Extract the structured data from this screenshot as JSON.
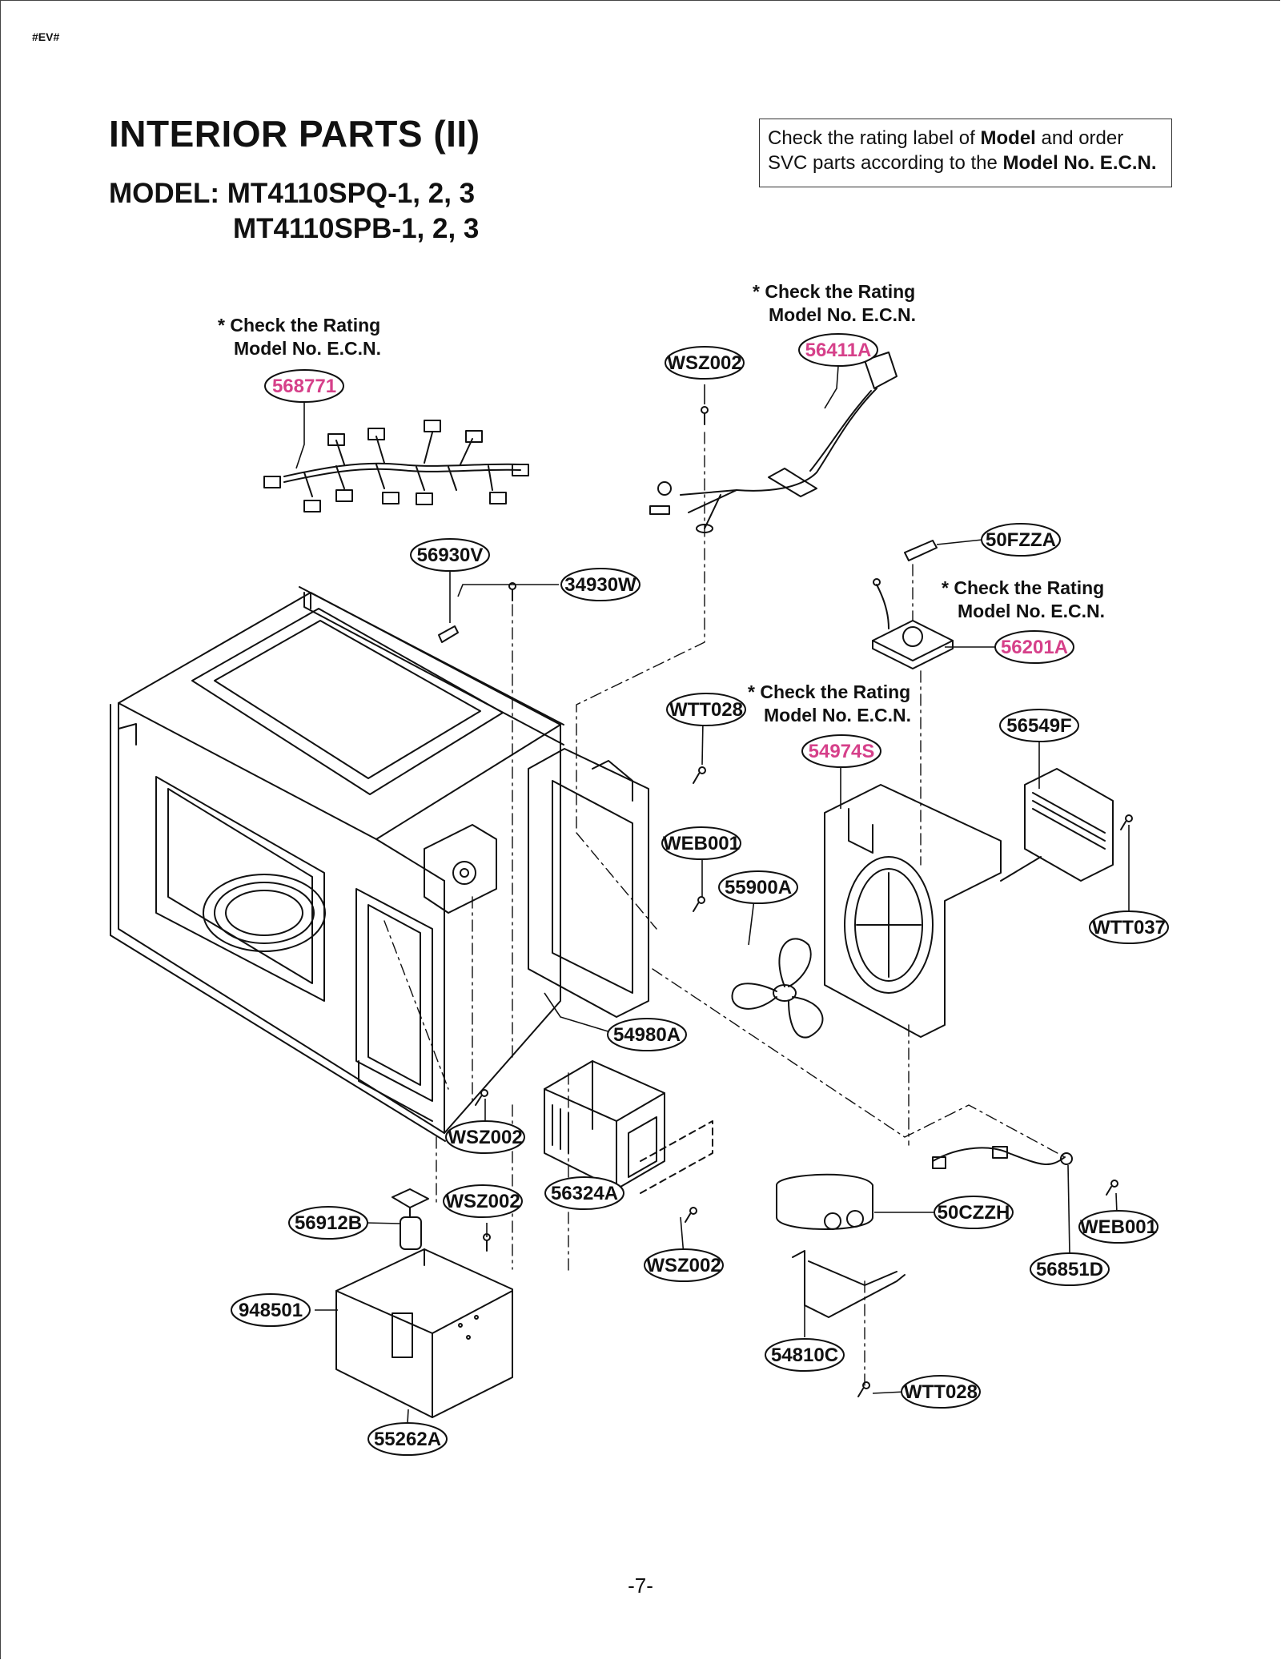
{
  "page": {
    "tag": "#EV#",
    "title": "INTERIOR PARTS (II)",
    "model_label": "MODEL:",
    "models": [
      "MT4110SPQ-1, 2, 3",
      "MT4110SPB-1, 2, 3"
    ],
    "page_number": "-7-"
  },
  "notice": {
    "t1": "Check the rating label of ",
    "b1": "Model",
    "t2": " and order",
    "t3": "SVC parts according to the ",
    "b2": "Model No. E.C.N."
  },
  "rating_note": {
    "line1": "* Check the Rating",
    "line2": "Model No. E.C.N."
  },
  "colors": {
    "highlight": "#d6408a",
    "ink": "#111111"
  },
  "parts": [
    {
      "code": "568771",
      "highlight": true
    },
    {
      "code": "WSZ002",
      "highlight": false
    },
    {
      "code": "56411A",
      "highlight": true
    },
    {
      "code": "50FZZA",
      "highlight": false
    },
    {
      "code": "56930V",
      "highlight": false
    },
    {
      "code": "34930W",
      "highlight": false
    },
    {
      "code": "56201A",
      "highlight": true
    },
    {
      "code": "WTT028",
      "highlight": false
    },
    {
      "code": "54974S",
      "highlight": true
    },
    {
      "code": "56549F",
      "highlight": false
    },
    {
      "code": "WEB001",
      "highlight": false
    },
    {
      "code": "55900A",
      "highlight": false
    },
    {
      "code": "WTT037",
      "highlight": false
    },
    {
      "code": "54980A",
      "highlight": false
    },
    {
      "code": "WSZ002",
      "highlight": false
    },
    {
      "code": "56324A",
      "highlight": false
    },
    {
      "code": "WSZ002",
      "highlight": false
    },
    {
      "code": "56912B",
      "highlight": false
    },
    {
      "code": "WSZ002",
      "highlight": false
    },
    {
      "code": "50CZZH",
      "highlight": false
    },
    {
      "code": "WEB001",
      "highlight": false
    },
    {
      "code": "948501",
      "highlight": false
    },
    {
      "code": "56851D",
      "highlight": false
    },
    {
      "code": "54810C",
      "highlight": false
    },
    {
      "code": "WTT028",
      "highlight": false
    },
    {
      "code": "55262A",
      "highlight": false
    }
  ]
}
